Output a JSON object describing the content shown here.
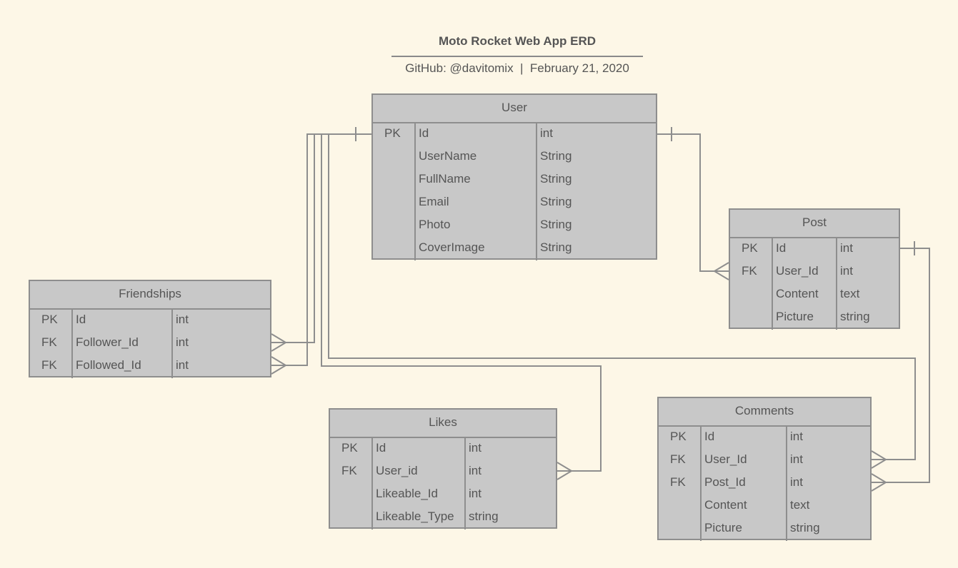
{
  "header": {
    "title": "Moto Rocket Web App ERD",
    "subtitle": "GitHub: @davitomix  |  February 21, 2020"
  },
  "entities": {
    "user": {
      "name": "User",
      "rows": [
        {
          "key": "PK",
          "field": "Id",
          "type": "int"
        },
        {
          "key": "",
          "field": "UserName",
          "type": "String"
        },
        {
          "key": "",
          "field": "FullName",
          "type": "String"
        },
        {
          "key": "",
          "field": "Email",
          "type": "String"
        },
        {
          "key": "",
          "field": "Photo",
          "type": "String"
        },
        {
          "key": "",
          "field": "CoverImage",
          "type": "String"
        }
      ]
    },
    "post": {
      "name": "Post",
      "rows": [
        {
          "key": "PK",
          "field": "Id",
          "type": "int"
        },
        {
          "key": "FK",
          "field": "User_Id",
          "type": "int"
        },
        {
          "key": "",
          "field": "Content",
          "type": "text"
        },
        {
          "key": "",
          "field": "Picture",
          "type": "string"
        }
      ]
    },
    "friendships": {
      "name": "Friendships",
      "rows": [
        {
          "key": "PK",
          "field": "Id",
          "type": "int"
        },
        {
          "key": "FK",
          "field": "Follower_Id",
          "type": "int"
        },
        {
          "key": "FK",
          "field": "Followed_Id",
          "type": "int"
        }
      ]
    },
    "likes": {
      "name": "Likes",
      "rows": [
        {
          "key": "PK",
          "field": "Id",
          "type": "int"
        },
        {
          "key": "FK",
          "field": "User_id",
          "type": "int"
        },
        {
          "key": "",
          "field": "Likeable_Id",
          "type": "int"
        },
        {
          "key": "",
          "field": "Likeable_Type",
          "type": "string"
        }
      ]
    },
    "comments": {
      "name": "Comments",
      "rows": [
        {
          "key": "PK",
          "field": "Id",
          "type": "int"
        },
        {
          "key": "FK",
          "field": "User_Id",
          "type": "int"
        },
        {
          "key": "FK",
          "field": "Post_Id",
          "type": "int"
        },
        {
          "key": "",
          "field": "Content",
          "type": "text"
        },
        {
          "key": "",
          "field": "Picture",
          "type": "string"
        }
      ]
    }
  },
  "relationships": [
    {
      "from": "user",
      "to": "post",
      "from_cardinality": "one",
      "to_cardinality": "many"
    },
    {
      "from": "user",
      "to": "friendships",
      "from_cardinality": "one",
      "to_cardinality": "many",
      "via": "Follower_Id"
    },
    {
      "from": "user",
      "to": "friendships",
      "from_cardinality": "one",
      "to_cardinality": "many",
      "via": "Followed_Id"
    },
    {
      "from": "user",
      "to": "likes",
      "from_cardinality": "one",
      "to_cardinality": "many"
    },
    {
      "from": "user",
      "to": "comments",
      "from_cardinality": "one",
      "to_cardinality": "many",
      "via": "User_Id"
    },
    {
      "from": "post",
      "to": "comments",
      "from_cardinality": "one",
      "to_cardinality": "many",
      "via": "Post_Id"
    }
  ],
  "colors": {
    "background": "#fdf7e7",
    "entity_fill": "#c8c8c8",
    "entity_border": "#8e8e8e",
    "text": "#555555",
    "connector": "#8e8e8e"
  }
}
